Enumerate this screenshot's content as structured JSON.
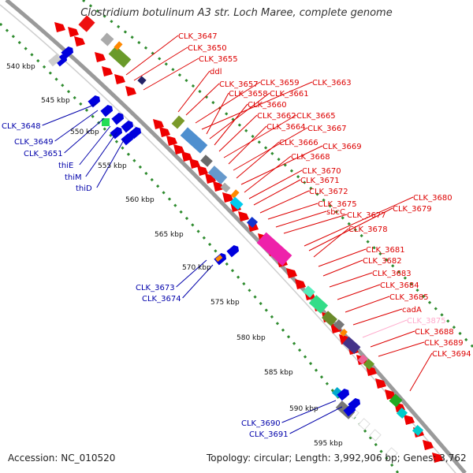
{
  "title": "Clostridium botulinum A3 str. Loch Maree, complete genome",
  "footer": {
    "accession": "Accession: NC_010520",
    "summary": "Topology: circular; Length: 3,992,906 bp; Genes: 3,762"
  },
  "colors": {
    "backbone": "#9a9a9a",
    "ruler": "#2e8b2e",
    "forward_label": "#dd0000",
    "reverse_label": "#0000aa",
    "pseudogene_label": "#ffaacc",
    "cds": "#ee0000",
    "reverse_cds": "#0000dd"
  },
  "ruler_labels": [
    "540 kbp",
    "545 kbp",
    "550 kbp",
    "555 kbp",
    "560 kbp",
    "565 kbp",
    "570 kbp",
    "575 kbp",
    "580 kbp",
    "585 kbp",
    "590 kbp",
    "595 kbp"
  ],
  "forward_genes": [
    "CLK_3647",
    "CLK_3650",
    "CLK_3655",
    "ddl",
    "CLK_3657",
    "CLK_3659",
    "CLK_3663",
    "CLK_3658",
    "CLK_3661",
    "CLK_3660",
    "CLK_3662",
    "CLK_3665",
    "CLK_3664",
    "CLK_3667",
    "CLK_3666",
    "CLK_3669",
    "CLK_3668",
    "CLK_3670",
    "CLK_3671",
    "CLK_3672",
    "CLK_3675",
    "sbcC",
    "CLK_3677",
    "CLK_3680",
    "CLK_3679",
    "CLK_3678",
    "CLK_3681",
    "CLK_3682",
    "CLK_3683",
    "CLK_3684",
    "CLK_3685",
    "cadA",
    "CLK_3875",
    "CLK_3688",
    "CLK_3689",
    "CLK_3694"
  ],
  "reverse_genes": [
    "CLK_3648",
    "CLK_3649",
    "CLK_3651",
    "thiE",
    "thiM",
    "thiD",
    "CLK_3673",
    "CLK_3674",
    "CLK_3690",
    "CLK_3691"
  ]
}
